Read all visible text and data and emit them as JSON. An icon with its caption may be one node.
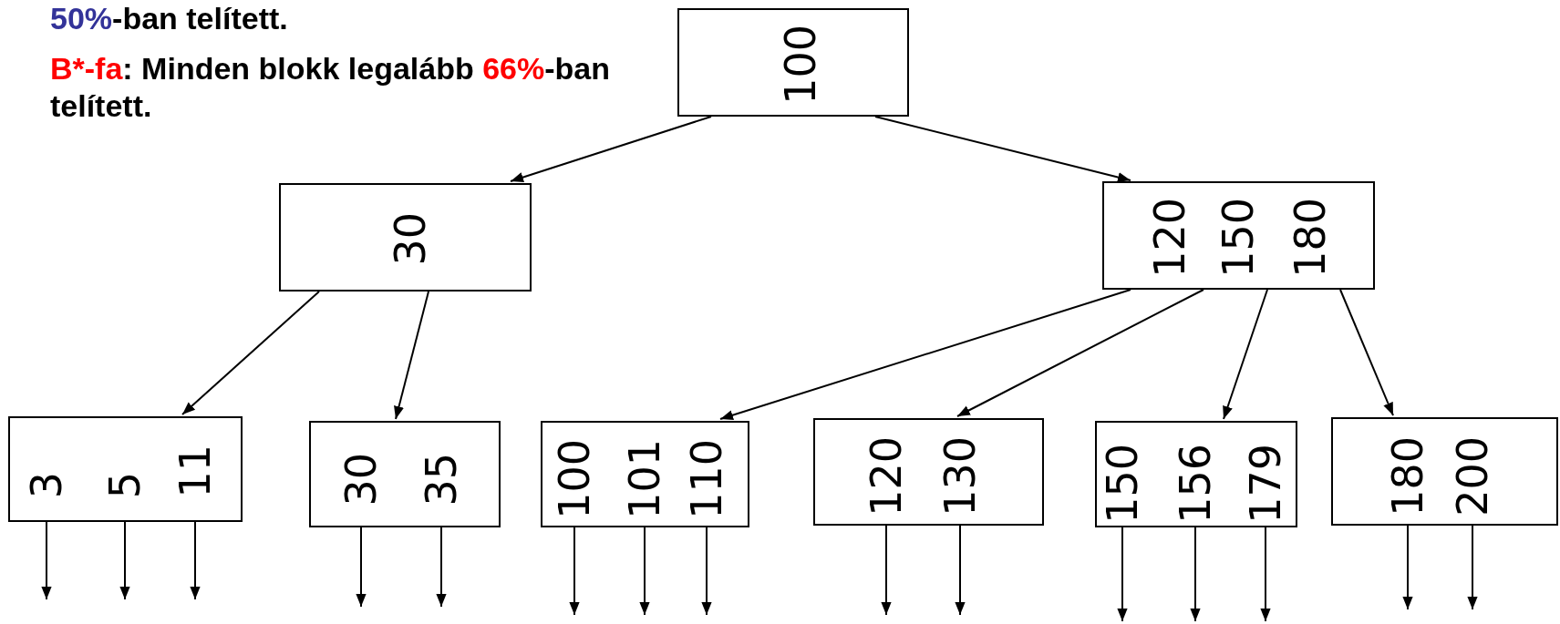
{
  "diagram": {
    "nodes": [
      {
        "text": [
          "100"
        ]
      },
      {
        "text": [
          "30"
        ]
      },
      {
        "text": [
          "120",
          "150",
          "180"
        ]
      },
      {
        "text": [
          "3",
          "5",
          "11"
        ]
      },
      {
        "text": [
          "30",
          "35"
        ]
      },
      {
        "text": [
          "100",
          "101",
          "110"
        ]
      },
      {
        "text": [
          "120",
          "130"
        ]
      },
      {
        "text": [
          "150",
          "156",
          "179"
        ]
      },
      {
        "text": [
          "180",
          "200"
        ]
      }
    ],
    "edges": [
      {
        "from": 0,
        "to": 1,
        "arrow": "to"
      },
      {
        "from": 0,
        "to": 2,
        "arrow": "to"
      },
      {
        "from": 1,
        "to": 3,
        "arrow": "to"
      },
      {
        "from": 1,
        "to": 4,
        "arrow": "to"
      },
      {
        "from": 2,
        "to": 5,
        "arrow": "to"
      },
      {
        "from": 2,
        "to": 6,
        "arrow": "to"
      },
      {
        "from": 2,
        "to": 7,
        "arrow": "to"
      },
      {
        "from": 2,
        "to": 8,
        "arrow": "to"
      },
      {
        "from": 3,
        "to": null,
        "arrow": "to"
      },
      {
        "from": 3,
        "to": null,
        "arrow": "to"
      },
      {
        "from": 3,
        "to": null,
        "arrow": "to"
      },
      {
        "from": 4,
        "to": null,
        "arrow": "to"
      },
      {
        "from": 4,
        "to": null,
        "arrow": "to"
      },
      {
        "from": 5,
        "to": null,
        "arrow": "to"
      },
      {
        "from": 5,
        "to": null,
        "arrow": "to"
      },
      {
        "from": 5,
        "to": null,
        "arrow": "to"
      },
      {
        "from": 6,
        "to": null,
        "arrow": "to"
      },
      {
        "from": 6,
        "to": null,
        "arrow": "to"
      },
      {
        "from": 7,
        "to": null,
        "arrow": "to"
      },
      {
        "from": 7,
        "to": null,
        "arrow": "to"
      },
      {
        "from": 7,
        "to": null,
        "arrow": "to"
      },
      {
        "from": 8,
        "to": null,
        "arrow": "to"
      },
      {
        "from": 8,
        "to": null,
        "arrow": "to"
      }
    ],
    "labels": [
      "**50%**-ban telített.",
      "**B*-fa**: Minden blokk legalább **66%**-ban telített."
    ]
  }
}
